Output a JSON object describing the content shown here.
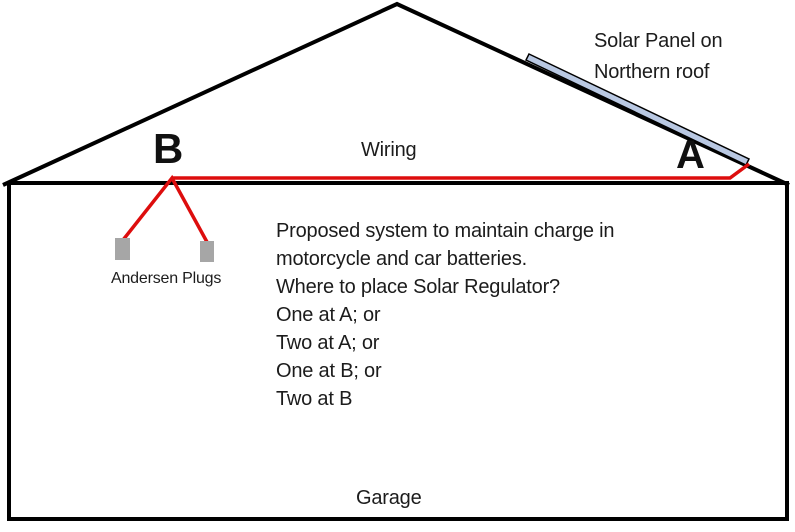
{
  "diagram": {
    "labels": {
      "solar_panel": "Solar Panel on\nNorthern roof",
      "wiring": "Wiring",
      "point_b": "B",
      "point_a": "A",
      "andersen_plugs": "Andersen Plugs",
      "description": "Proposed system to maintain charge in\nmotorcycle and car batteries.\nWhere to place Solar Regulator?\nOne at A; or\nTwo at A; or\nOne at B; or\nTwo at B",
      "garage": "Garage"
    },
    "colors": {
      "wire_red": "#dd0d0d",
      "panel_fill": "#b9c8e2",
      "panel_border": "#000000",
      "plug_gray": "#a6a6a6",
      "outline_black": "#000000",
      "text": "#1c1c1c"
    }
  }
}
